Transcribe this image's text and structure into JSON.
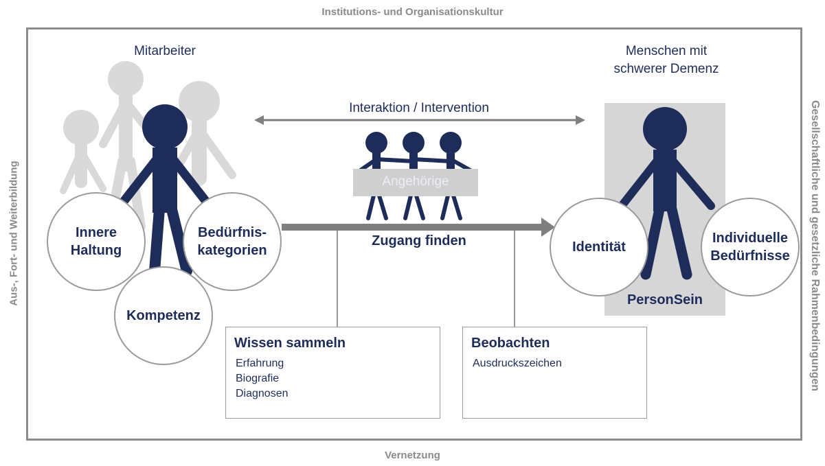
{
  "frame": {
    "top_label": "Institutions- und Organisationskultur",
    "bottom_label": "Vernetzung",
    "left_label": "Aus-, Fort- und Weiterbildung",
    "right_label": "Gesellschaftliche und gesetzliche Rahmenbedingungen"
  },
  "staff": {
    "label": "Mitarbeiter",
    "circles": [
      "Innere\nHaltung",
      "Bedürfnis-\nkategorien",
      "Kompetenz"
    ]
  },
  "patients": {
    "label": "Menschen mit\nschwerer Demenz",
    "circles": [
      "Identität",
      "Individuelle\nBedürfnisse"
    ],
    "caption": "PersonSein"
  },
  "center": {
    "interaction_label": "Interaktion / Intervention",
    "relatives_label": "Angehörige",
    "access_label": "Zugang finden"
  },
  "boxes": {
    "knowledge": {
      "title": "Wissen sammeln",
      "items": [
        "Erfahrung",
        "Biografie",
        "Diagnosen"
      ]
    },
    "observe": {
      "title": "Beobachten",
      "items": [
        "Ausdruckszeichen"
      ]
    }
  },
  "colors": {
    "navy": "#1e2c5a",
    "figure_gray": "#d9d9d9",
    "frame_gray": "#8c8c8c",
    "panel_gray": "#d6d6d6"
  }
}
